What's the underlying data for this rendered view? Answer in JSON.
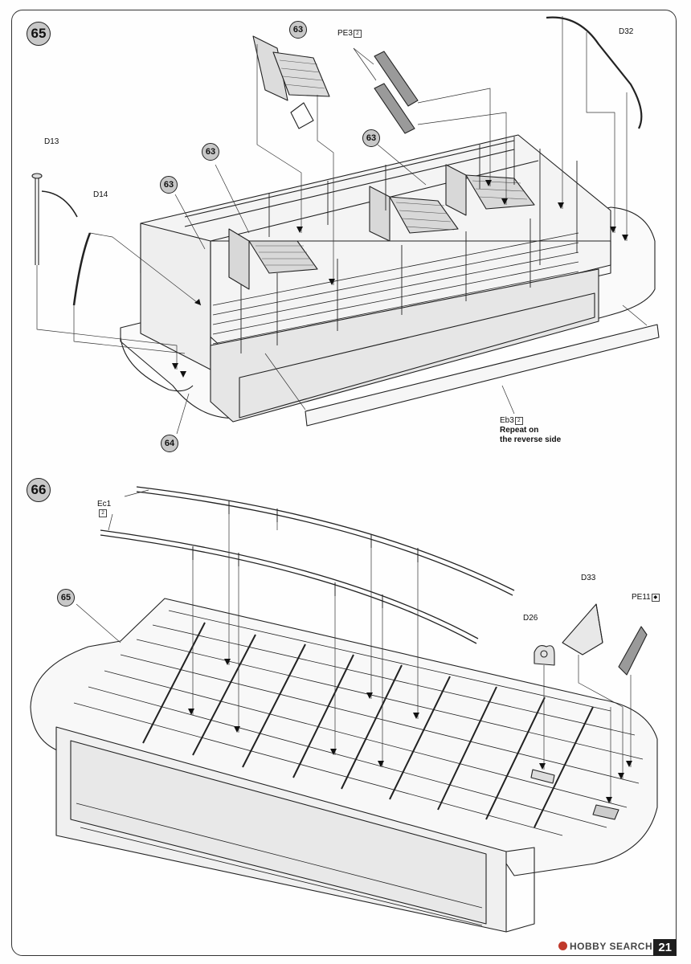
{
  "page": {
    "number": "21"
  },
  "steps": [
    {
      "number": "65",
      "callouts": [
        "63",
        "63",
        "63",
        "63",
        "64"
      ],
      "parts": [
        {
          "code": "PE3",
          "qty": "2"
        },
        {
          "code": "D32"
        },
        {
          "code": "D13"
        },
        {
          "code": "D14"
        },
        {
          "code": "Eb3",
          "qty": "2"
        }
      ],
      "note": [
        "Repeat on",
        "the reverse side"
      ]
    },
    {
      "number": "66",
      "callouts": [
        "65"
      ],
      "parts": [
        {
          "code": "Ec1",
          "qty": "2"
        },
        {
          "code": "D26"
        },
        {
          "code": "D33"
        },
        {
          "code": "PE11"
        }
      ]
    }
  ],
  "watermark": "HOBBY SEARCH"
}
